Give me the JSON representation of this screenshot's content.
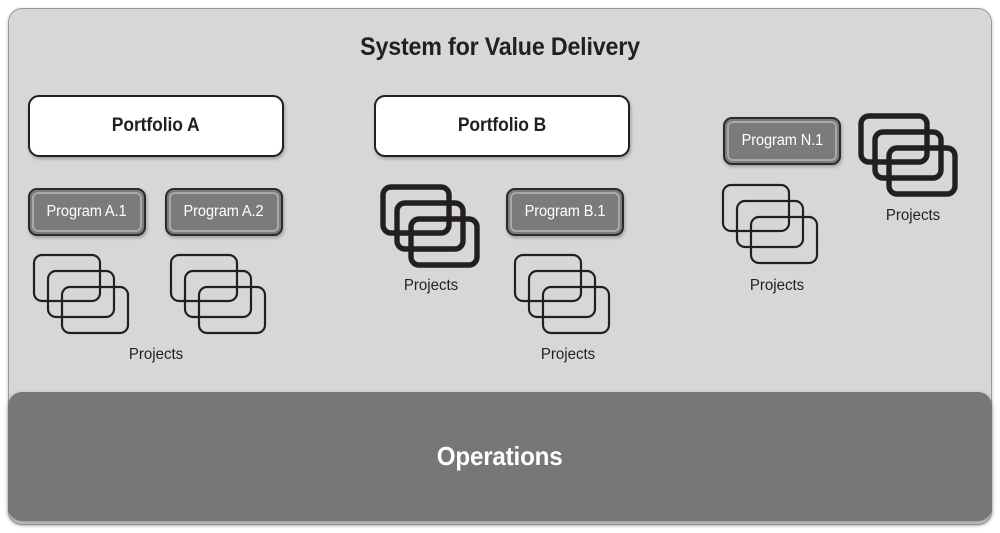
{
  "diagram": {
    "title": "System for Value Delivery",
    "colors": {
      "container_bg": "#d7d7d9",
      "container_border": "#9a9a9c",
      "portfolio_fill": "#ffffff",
      "portfolio_border": "#231f20",
      "program_fill": "#7b7b7e",
      "program_inner_ring": "#a9a9ac",
      "program_border": "#2b2b2d",
      "program_text": "#ffffff",
      "stack_stroke": "#231f20",
      "operations_fill": "#77777a",
      "operations_text": "#ffffff",
      "title_text": "#231f20"
    },
    "portfolios": [
      {
        "id": "portfolio-a",
        "label": "Portfolio A"
      },
      {
        "id": "portfolio-b",
        "label": "Portfolio B"
      }
    ],
    "programs": [
      {
        "id": "program-a-1",
        "label": "Program A.1"
      },
      {
        "id": "program-a-2",
        "label": "Program A.2"
      },
      {
        "id": "program-b-1",
        "label": "Program B.1"
      },
      {
        "id": "program-n-1",
        "label": "Program N.1"
      }
    ],
    "project_stacks": [
      {
        "id": "projects-a-1",
        "weight": "thin",
        "caption": "Projects",
        "caption_shared": true
      },
      {
        "id": "projects-a-2",
        "weight": "thin",
        "caption": "Projects",
        "caption_shared": true
      },
      {
        "id": "projects-b-standalone",
        "weight": "thick",
        "caption": "Projects"
      },
      {
        "id": "projects-b-1",
        "weight": "thin",
        "caption": "Projects"
      },
      {
        "id": "projects-n-1",
        "weight": "thin",
        "caption": "Projects"
      },
      {
        "id": "projects-n-standalone",
        "weight": "thick",
        "caption": "Projects"
      }
    ],
    "captions": {
      "projects": "Projects"
    },
    "operations": {
      "label": "Operations"
    }
  }
}
